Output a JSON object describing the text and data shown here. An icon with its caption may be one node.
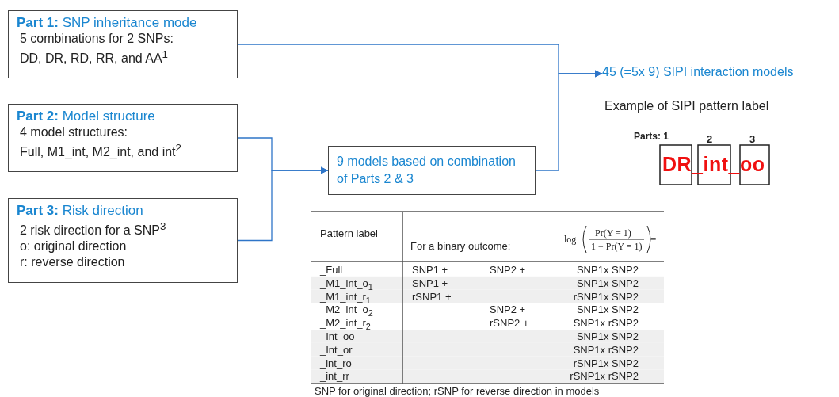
{
  "diagram": {
    "nodes": [
      {
        "text": [
          "**Part 1:** SNP inheritance mode",
          "5 combinations for 2 SNPs:",
          "DD, DR, RD, RR, and AA$^{1}$"
        ]
      },
      {
        "text": [
          "**Part 2:** Model structure",
          "4 model structures:",
          "Full, M1_int, M2_int, and int$^{2}$"
        ]
      },
      {
        "text": [
          "**Part 3:** Risk direction",
          "2 risk direction for a SNP$^{3}$",
          "o: original direction",
          "r: reverse direction"
        ]
      },
      {
        "text": [
          "9 models based on combination of Parts 2 & 3"
        ]
      },
      {
        "text": [
          "45 (=5x 9) SIPI interaction models"
        ]
      }
    ],
    "edges": [
      {
        "from": 1,
        "to": 3,
        "arrow": "to"
      },
      {
        "from": 2,
        "to": 3,
        "arrow": "to"
      },
      {
        "from": 0,
        "to": 4,
        "arrow": "to"
      },
      {
        "from": 3,
        "to": 4,
        "arrow": "to"
      }
    ],
    "labels": [
      "Example of SIPI pattern label",
      "Parts: 1",
      "2",
      "3",
      "DR_int_oo",
      "Pattern label",
      "For a binary outcome:",
      "log",
      "Pr(Y = 1)",
      "1 − Pr(Y = 1)",
      "=",
      "_Full",
      "SNP1 +",
      "SNP2 +",
      "SNP1x SNP2",
      "_M1_int_o$_{1}$",
      "SNP1 +",
      "SNP1x SNP2",
      "_M1_int_r$_{1}$",
      "rSNP1 +",
      "rSNP1x SNP2",
      "_M2_int_o$_{2}$",
      "SNP2 +",
      "SNP1x SNP2",
      "_M2_int_r$_{2}$",
      "rSNP2 +",
      "SNP1x rSNP2",
      "_Int_oo",
      "SNP1x SNP2",
      "_Int_or",
      "SNP1x rSNP2",
      "_int_ro",
      "rSNP1x SNP2",
      "_int_rr",
      "rSNP1x rSNP2",
      "SNP for original direction; rSNP for reverse direction in models"
    ]
  }
}
